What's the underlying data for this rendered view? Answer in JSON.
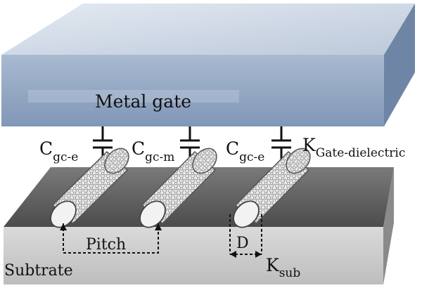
{
  "labels": {
    "metal_gate": "Metal gate",
    "substrate": "Subtrate",
    "pitch": "Pitch",
    "diameter": "D",
    "cap_left": {
      "main": "C",
      "sub": "gc-e"
    },
    "cap_middle": {
      "main": "C",
      "sub": "gc-m"
    },
    "cap_right": {
      "main": "C",
      "sub": "gc-e"
    },
    "k_gate": {
      "main": "K",
      "sub": "Gate-dielectric"
    },
    "k_sub": {
      "main": "K",
      "sub": "sub"
    }
  },
  "colors": {
    "gate_top": "#cbd6e4",
    "gate_front": "#8da3c0",
    "gate_side": "#6f86a6",
    "substrate_top": "#6d6d6d",
    "substrate_front": "#cfcfcf",
    "substrate_side": "#8d8d8d",
    "tube_fill": "#e9e9e9",
    "tube_mesh": "#7a7a7a"
  }
}
